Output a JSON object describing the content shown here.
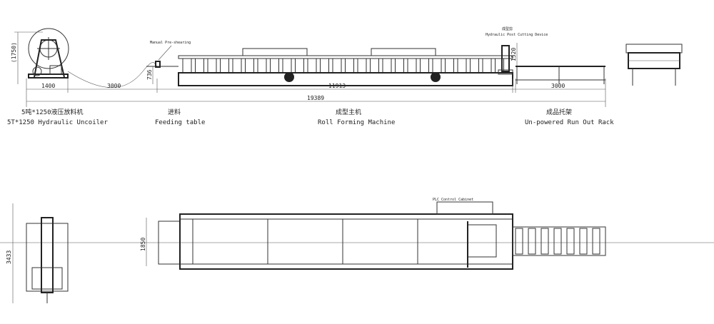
{
  "elevation": {
    "dims": {
      "uncoiler_height": "(1750)",
      "uncoiler_len": "1400",
      "loop_len": "3000",
      "feed_height": "736",
      "machine_len": "11913",
      "total_len": "19389",
      "cutter_height": "1520",
      "rack_len": "3000"
    },
    "callouts": {
      "pre_shearing": "Manual Pre-shearing",
      "post_cut_cn": "成型剪",
      "post_cut": "Hydraulic Post Cutting Device"
    },
    "captions": [
      {
        "cn": "5吨*1250液压放料机",
        "en": "5T*1250 Hydraulic Uncoiler"
      },
      {
        "cn": "进料",
        "en": "Feeding table"
      },
      {
        "cn": "成型主机",
        "en": "Roll Forming Machine"
      },
      {
        "cn": "成品托架",
        "en": "Un-powered Run Out Rack"
      }
    ]
  },
  "plan": {
    "dims": {
      "overall_width": "3433",
      "machine_width": "1850"
    },
    "callouts": {
      "plc": "PLC Control Cabinet"
    }
  }
}
